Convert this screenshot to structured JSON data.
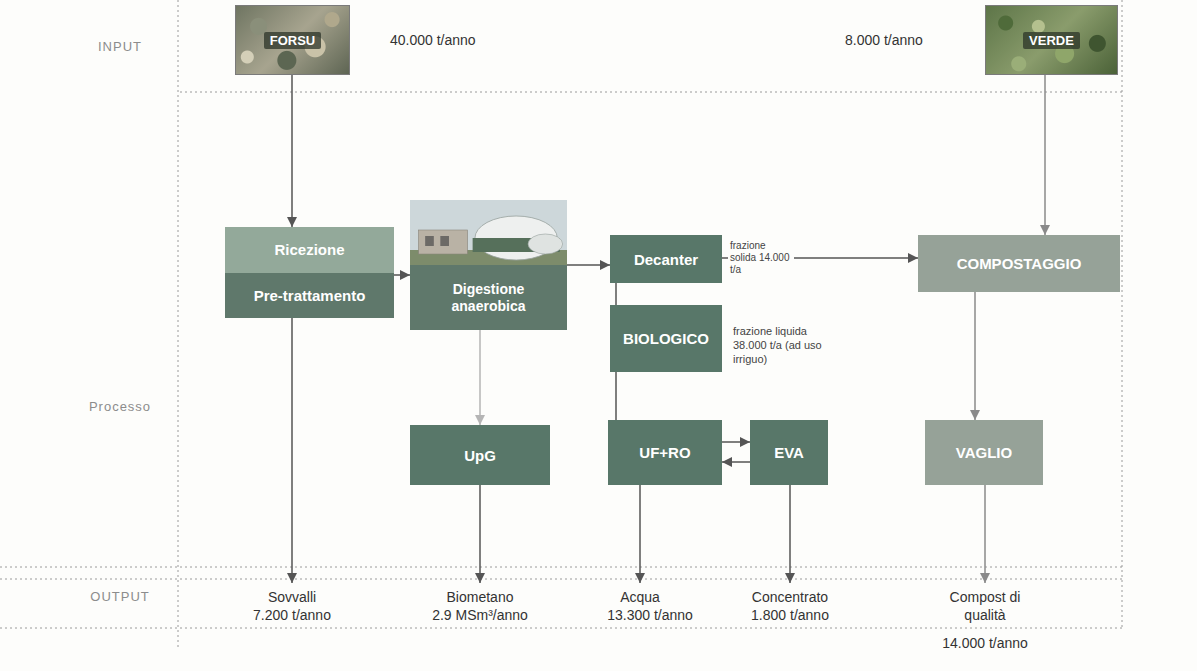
{
  "diagram": {
    "nodes": [
      {
        "text": [
          "FORSU"
        ]
      },
      {
        "text": [
          "VERDE"
        ]
      },
      {
        "text": [
          "Ricezione",
          "Pre-trattamento"
        ]
      },
      {
        "text": [
          "Digestione anaerobica"
        ]
      },
      {
        "text": [
          "Decanter"
        ]
      },
      {
        "text": [
          "BIOLOGICO"
        ]
      },
      {
        "text": [
          "UpG"
        ]
      },
      {
        "text": [
          "UF+RO"
        ]
      },
      {
        "text": [
          "EVA"
        ]
      },
      {
        "text": [
          "COMPOSTAGGIO"
        ]
      },
      {
        "text": [
          "VAGLIO"
        ]
      }
    ],
    "edges": [
      {
        "from": 0,
        "to": 2,
        "arrow": "to"
      },
      {
        "from": 2,
        "to": 3,
        "arrow": "to"
      },
      {
        "from": 3,
        "to": 4,
        "arrow": "to"
      },
      {
        "from": 3,
        "to": 6,
        "arrow": "to"
      },
      {
        "from": 4,
        "to": 9,
        "label": "frazione solida 14.000 t/a",
        "arrow": "to"
      },
      {
        "from": 4,
        "to": 5,
        "arrow": "none"
      },
      {
        "from": 5,
        "to": 7,
        "arrow": "none"
      },
      {
        "from": 7,
        "to": 8,
        "arrow": "to"
      },
      {
        "from": 8,
        "to": 7,
        "arrow": "to"
      },
      {
        "from": 1,
        "to": 9,
        "arrow": "to"
      },
      {
        "from": 9,
        "to": 10,
        "arrow": "to"
      }
    ],
    "labels": [
      "INPUT",
      "Processo",
      "OUTPUT",
      "40.000 t/anno",
      "8.000 t/anno",
      "frazione liquida 38.000 t/a (ad uso irriguo)",
      "Sovvalli",
      "7.200 t/anno",
      "Biometano",
      "2.9 MSm³/anno",
      "Acqua",
      "13.300 t/anno",
      "Concentrato",
      "1.800 t/anno",
      "Compost di qualità",
      "14.000 t/anno"
    ]
  }
}
